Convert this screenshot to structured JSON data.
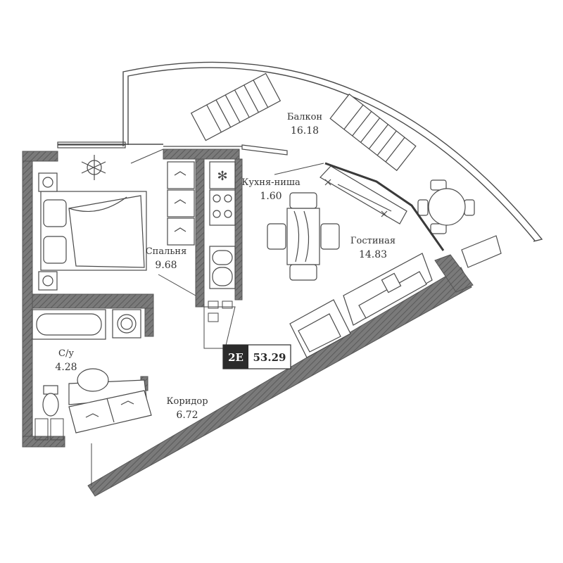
{
  "rooms": {
    "balcony": {
      "name": "Балкон",
      "area": "16.18"
    },
    "kitchen": {
      "name": "Кухня-ниша",
      "area": "1.60"
    },
    "bedroom": {
      "name": "Спальня",
      "area": "9.68"
    },
    "living": {
      "name": "Гостиная",
      "area": "14.83"
    },
    "bathroom": {
      "name": "С/у",
      "area": "4.28"
    },
    "corridor": {
      "name": "Коридор",
      "area": "6.72"
    }
  },
  "badge": {
    "type": "2E",
    "total_area": "53.29"
  },
  "colors": {
    "wall": "#6e6e6e",
    "line": "#4a4a4a",
    "badge_dark": "#2b2b2b",
    "background": "#ffffff"
  }
}
